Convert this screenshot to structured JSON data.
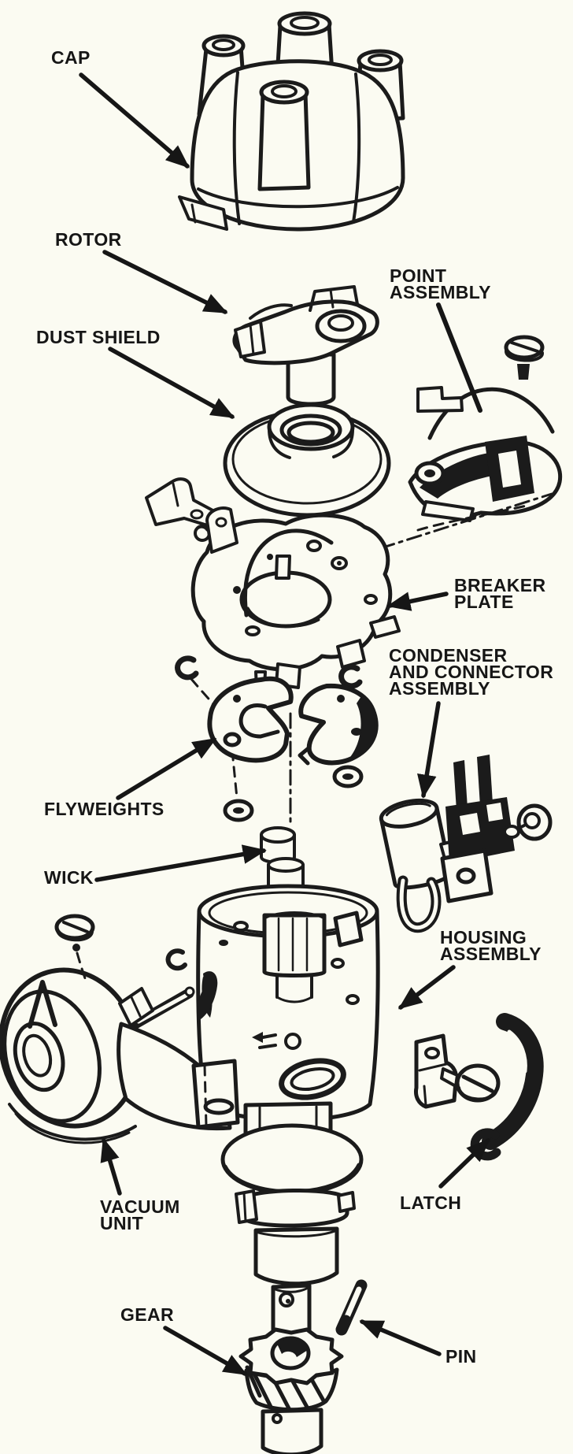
{
  "figure": {
    "background_color": "#fbfbf2",
    "ink_color": "#1b1b1b"
  },
  "labels": {
    "cap": "CAP",
    "rotor": "ROTOR",
    "dust_shield": "DUST SHIELD",
    "point_assembly_line1": "POINT",
    "point_assembly_line2": "ASSEMBLY",
    "breaker_plate_line1": "BREAKER",
    "breaker_plate_line2": "PLATE",
    "condenser_line1": "CONDENSER",
    "condenser_line2": "AND CONNECTOR",
    "condenser_line3": "ASSEMBLY",
    "flyweights": "FLYWEIGHTS",
    "wick": "WICK",
    "housing_line1": "HOUSING",
    "housing_line2": "ASSEMBLY",
    "vacuum_line1": "VACUUM",
    "vacuum_line2": "UNIT",
    "latch": "LATCH",
    "gear": "GEAR",
    "pin": "PIN"
  }
}
